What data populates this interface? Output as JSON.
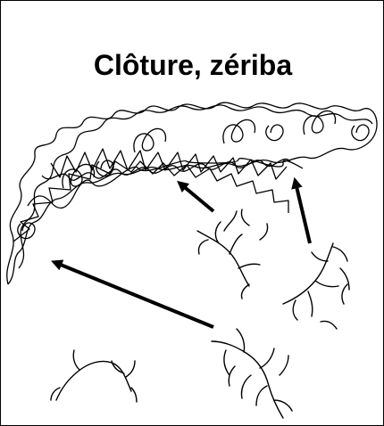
{
  "title": "Clôture, zériba",
  "colors": {
    "ink": "#000000",
    "background": "#ffffff"
  },
  "elements": {
    "fence": "thorny-fence-scribble",
    "branches": [
      "thorn-branch",
      "thorn-branch",
      "thorn-branch",
      "thorn-branch"
    ],
    "arrows": [
      "arrow-left",
      "arrow-up-left",
      "arrow-up"
    ]
  }
}
